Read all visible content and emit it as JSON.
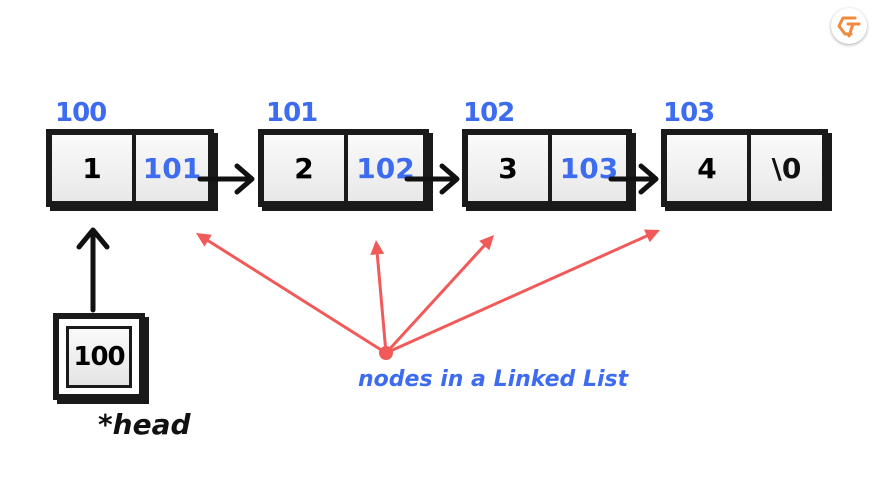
{
  "colors": {
    "address": "#3d6cf0",
    "outline": "#1a1a1a",
    "pointer_arrow": "#111111",
    "annotation": "#f25a5a",
    "caption": "#3d6cf0",
    "logo": "#f08a3c"
  },
  "nodes": [
    {
      "address": "100",
      "data": "1",
      "next": "101"
    },
    {
      "address": "101",
      "data": "2",
      "next": "102"
    },
    {
      "address": "102",
      "data": "3",
      "next": "103"
    },
    {
      "address": "103",
      "data": "4",
      "next": "\\0"
    }
  ],
  "head": {
    "value": "100",
    "label": "*head"
  },
  "caption": "nodes in a Linked List",
  "logo": {
    "icon": "brand-logo-icon"
  }
}
